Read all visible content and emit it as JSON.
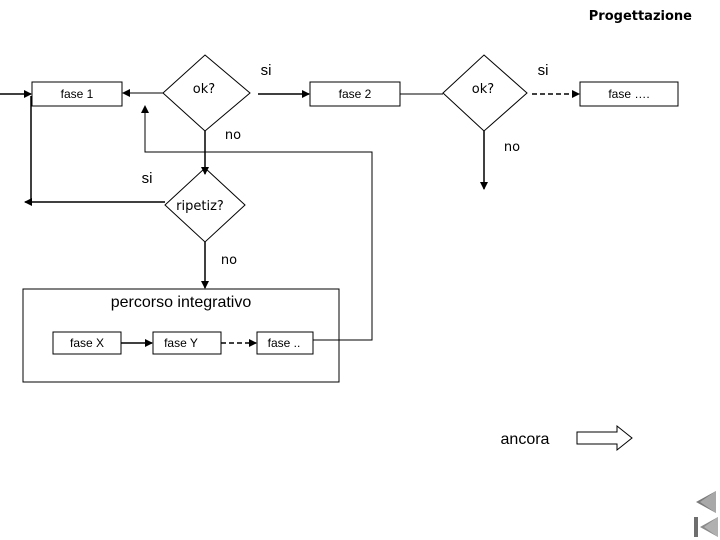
{
  "header": {
    "title": "Progettazione"
  },
  "flow": {
    "fase1": "fase 1",
    "ok1": "ok?",
    "si1": "si",
    "fase2": "fase 2",
    "ok2": "ok?",
    "si2": "si",
    "fase_more": "fase ….",
    "no1": "no",
    "no2": "no",
    "si3": "si",
    "ripetiz": "ripetiz?",
    "no3": "no"
  },
  "integrative": {
    "title": "percorso integrativo",
    "faseX": "fase X",
    "faseY": "fase Y",
    "fase_dots": "fase .."
  },
  "footer": {
    "ancora": "ancora"
  },
  "nav": {
    "back_icon": "back-triangle-icon",
    "first_icon": "first-slide-icon"
  }
}
